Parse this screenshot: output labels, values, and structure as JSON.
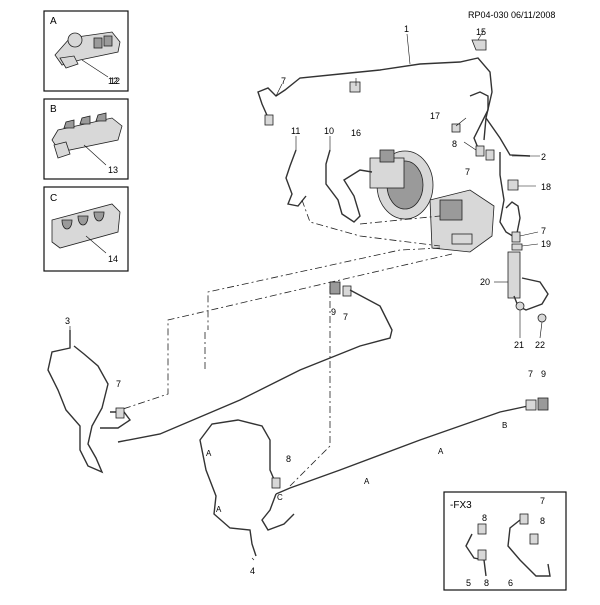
{
  "reference": "RP04-030 06/11/2008",
  "insets": [
    {
      "letter": "A",
      "part": "12"
    },
    {
      "letter": "B",
      "part": "13"
    },
    {
      "letter": "C",
      "part": "14"
    }
  ],
  "fx3_label": "-FX3",
  "callouts": {
    "p1": "1",
    "p2": "2",
    "p3": "3",
    "p4": "4",
    "p5": "5",
    "p6": "6",
    "p7a": "7",
    "p7b": "7",
    "p7c": "7",
    "p7d": "7",
    "p7e": "7",
    "p7f": "7",
    "p7g": "7",
    "p8a": "8",
    "p8b": "8",
    "p8c": "8",
    "p8d": "8",
    "p8e": "8",
    "p9a": "9",
    "p9b": "9",
    "p10": "10",
    "p11": "11",
    "p15": "15",
    "p16": "16",
    "p17": "17",
    "p18": "18",
    "p19": "19",
    "p20": "20",
    "p21": "21",
    "p22": "22"
  },
  "clip_markers": {
    "A": "A",
    "B": "B",
    "C": "C"
  }
}
